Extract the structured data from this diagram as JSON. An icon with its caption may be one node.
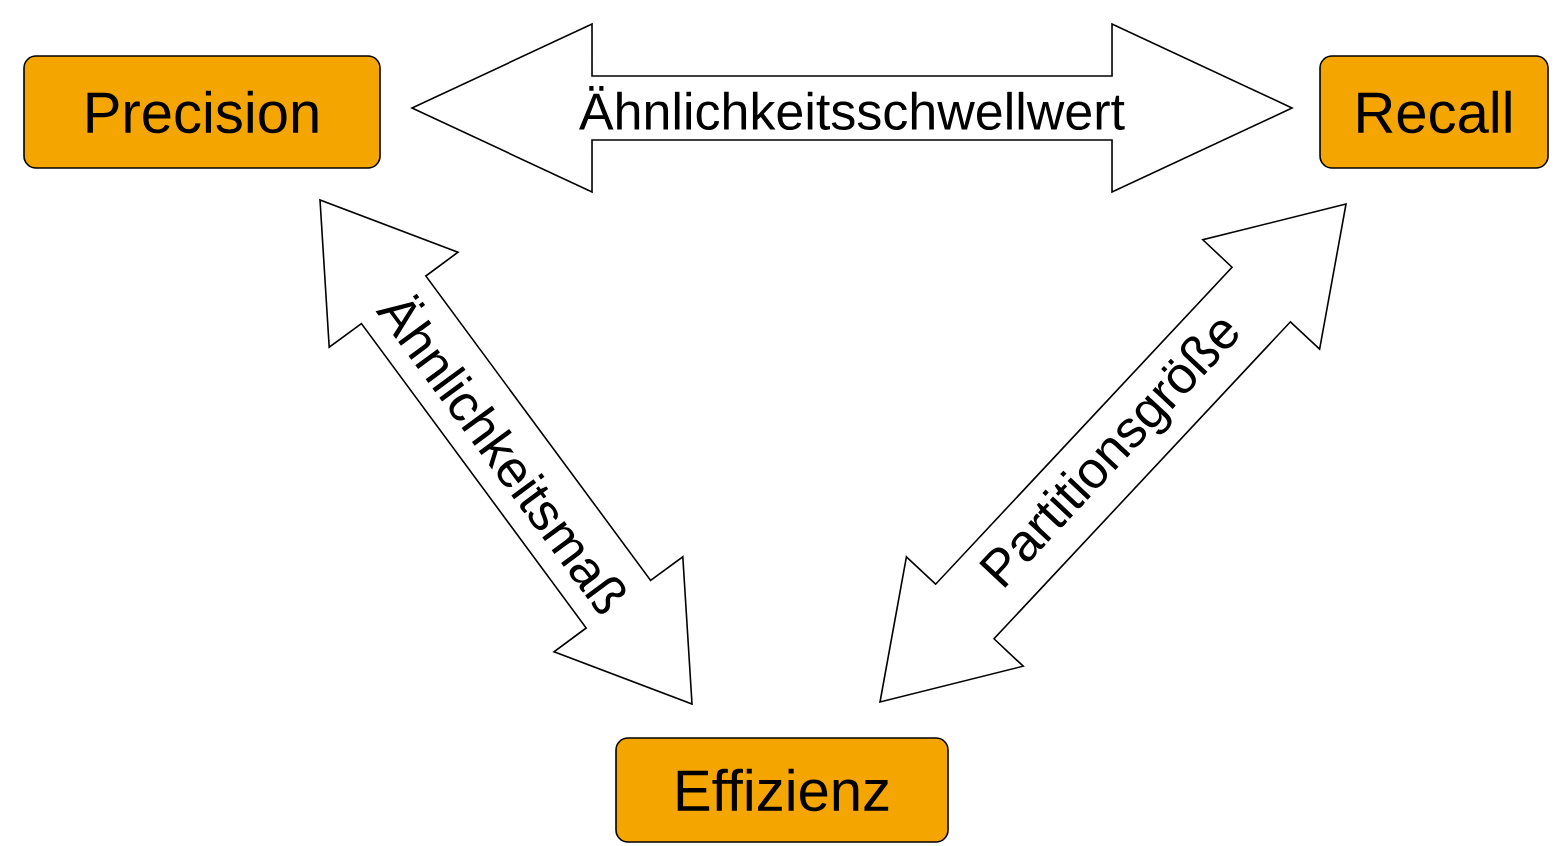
{
  "diagram": {
    "nodes": [
      {
        "text": [
          "Precision"
        ]
      },
      {
        "text": [
          "Recall"
        ]
      },
      {
        "text": [
          "Effizienz"
        ]
      }
    ],
    "edges": [
      {
        "from": 0,
        "to": 1,
        "arrow": "both",
        "label": "Ähnlichkeitsschwellwert"
      },
      {
        "from": 0,
        "to": 2,
        "arrow": "both",
        "label": "Ähnlichkeitsmaß"
      },
      {
        "from": 1,
        "to": 2,
        "arrow": "both",
        "label": "Partitionsgröße"
      }
    ]
  }
}
